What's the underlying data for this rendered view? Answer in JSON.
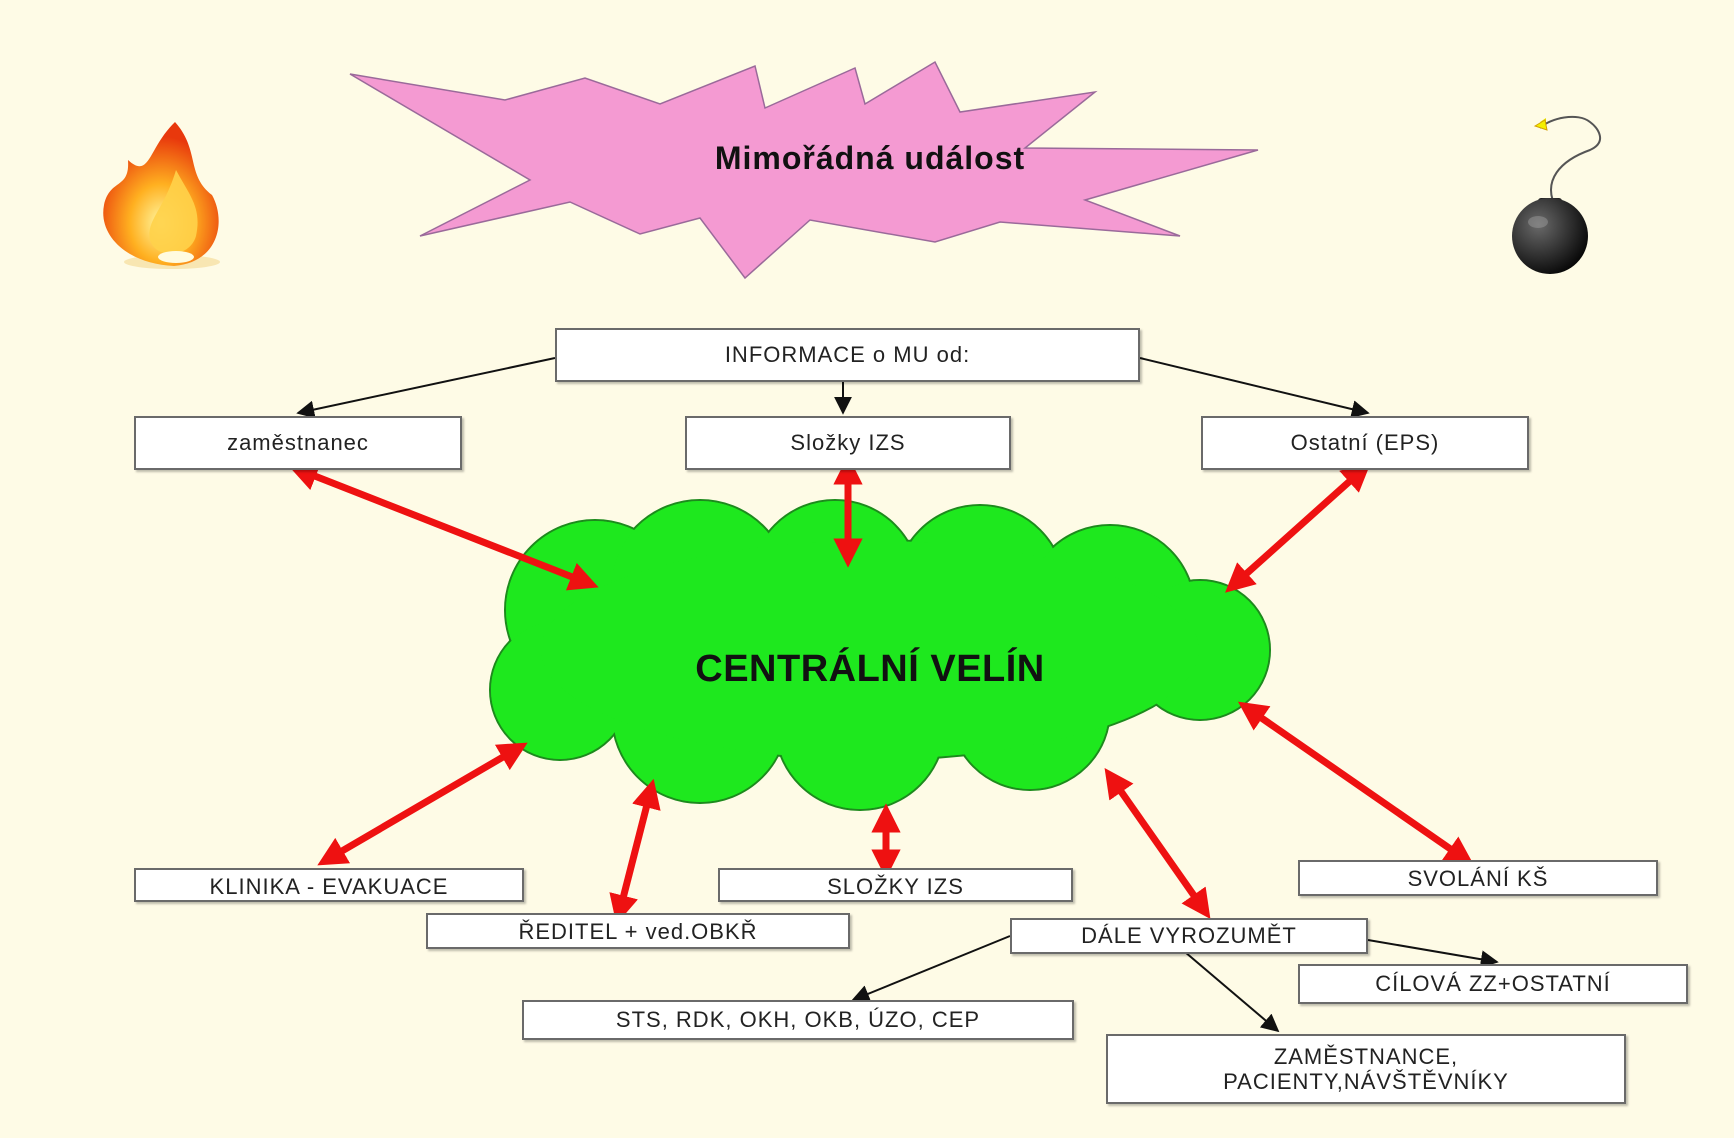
{
  "event": {
    "label": "Mimořádná událost",
    "star_color": "#f49ad2"
  },
  "center": {
    "label": "CENTRÁLNÍ VELÍN",
    "cloud_color": "#1ee81e"
  },
  "arrow_color": "#ee1111",
  "top_box": "INFORMACE o MU od:",
  "sources": [
    "zaměstnanec",
    "Složky IZS",
    "Ostatní (EPS)"
  ],
  "outputs": {
    "klinika": "KLINIKA - EVAKUACE",
    "reditel": "ŘEDITEL + ved.OBKŘ",
    "slozky": "SLOŽKY IZS",
    "svolani": "SVOLÁNÍ KŠ",
    "dale": "DÁLE VYROZUMĚT"
  },
  "notify": {
    "sts": "STS, RDK, OKH, OKB, ÚZO, CEP",
    "cilova": "CÍLOVÁ ZZ+OSTATNÍ",
    "zamestnance_line1": "ZAMĚSTNANCE,",
    "zamestnance_line2": "PACIENTY,NÁVŠTĚVNÍKY"
  },
  "icons": [
    "fire-icon",
    "bomb-icon"
  ]
}
